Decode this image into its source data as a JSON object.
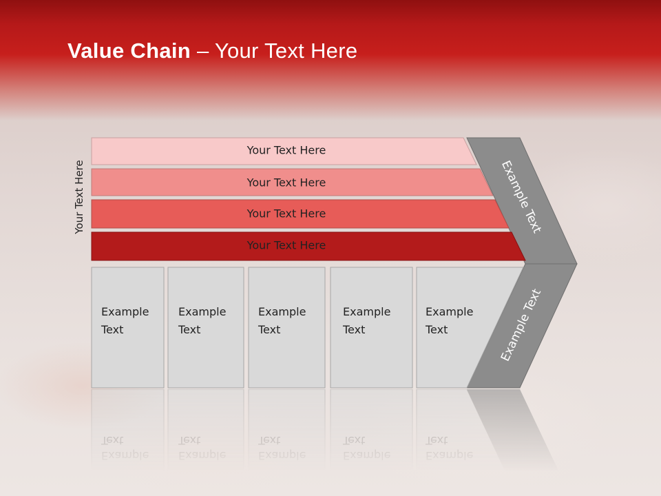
{
  "slide": {
    "title_bold": "Value Chain",
    "title_rest": " – Your Text Here",
    "side_label": "Your Text Here"
  },
  "bars": [
    {
      "label": "Your Text Here",
      "color": "#f8c9c9"
    },
    {
      "label": "Your Text Here",
      "color": "#f08e8c"
    },
    {
      "label": "Your Text Here",
      "color": "#e75c58"
    },
    {
      "label": "Your Text Here",
      "color": "#b31b1b"
    }
  ],
  "columns": [
    {
      "line1": "Example",
      "line2": "Text"
    },
    {
      "line1": "Example",
      "line2": "Text"
    },
    {
      "line1": "Example",
      "line2": "Text"
    },
    {
      "line1": "Example",
      "line2": "Text"
    },
    {
      "line1": "Example",
      "line2": "Text"
    }
  ],
  "chevron": {
    "upper_label": "Example Text",
    "lower_label": "Example Text",
    "color": "#8c8c8c"
  },
  "colors": {
    "column_fill": "#d9d9d9",
    "column_border": "#a6a6a6",
    "text": "#222222"
  }
}
